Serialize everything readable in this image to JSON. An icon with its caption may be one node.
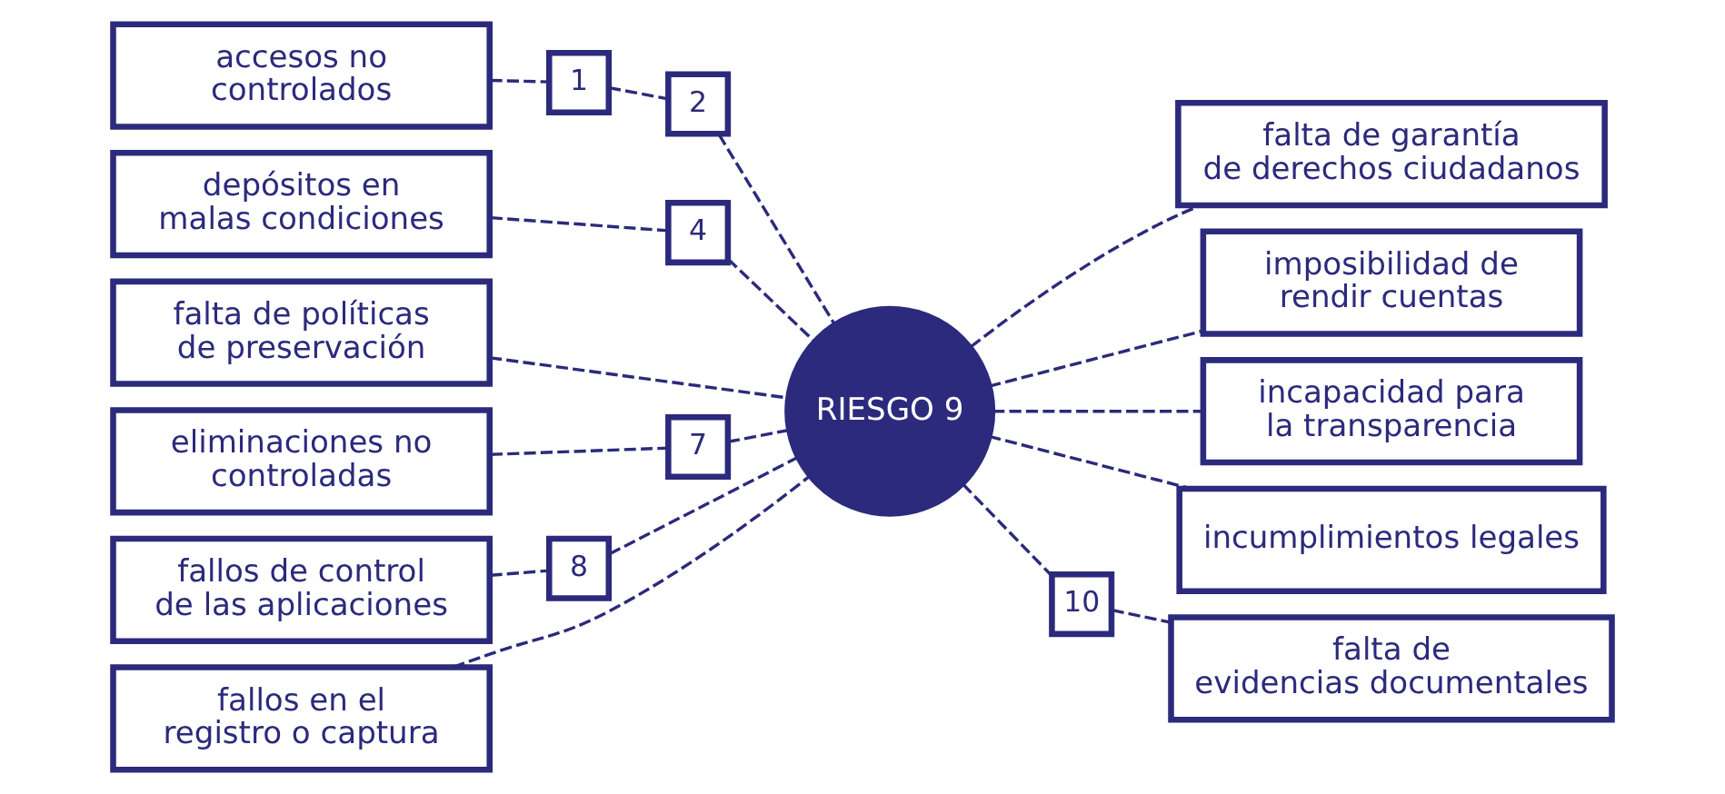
{
  "diagram": {
    "nodes": [
      {
        "text": [
          "accesos no controlados"
        ]
      },
      {
        "text": [
          "depósitos en malas condiciones"
        ]
      },
      {
        "text": [
          "falta de políticas de preservación"
        ]
      },
      {
        "text": [
          "eliminaciones no controladas"
        ]
      },
      {
        "text": [
          "fallos de control de las aplicaciones"
        ]
      },
      {
        "text": [
          "fallos en el registro o captura"
        ]
      },
      {
        "text": [
          "RIESGO 9"
        ]
      },
      {
        "text": [
          "falta de garantía de derechos ciudadanos"
        ]
      },
      {
        "text": [
          "imposibilidad de rendir cuentas"
        ]
      },
      {
        "text": [
          "incapacidad para la transparencia"
        ]
      },
      {
        "text": [
          "incumplimientos legales"
        ]
      },
      {
        "text": [
          "falta de evidencias documentales"
        ]
      },
      {
        "text": [
          "1"
        ]
      },
      {
        "text": [
          "2"
        ]
      },
      {
        "text": [
          "4"
        ]
      },
      {
        "text": [
          "7"
        ]
      },
      {
        "text": [
          "8"
        ]
      },
      {
        "text": [
          "10"
        ]
      }
    ],
    "edges": [
      {
        "from": 0,
        "to": 12,
        "arrow": "none",
        "style": "dashed"
      },
      {
        "from": 12,
        "to": 13,
        "arrow": "none",
        "style": "dashed"
      },
      {
        "from": 13,
        "to": 6,
        "arrow": "none",
        "style": "dashed"
      },
      {
        "from": 1,
        "to": 14,
        "arrow": "none",
        "style": "dashed"
      },
      {
        "from": 14,
        "to": 6,
        "arrow": "none",
        "style": "dashed"
      },
      {
        "from": 2,
        "to": 6,
        "arrow": "none",
        "style": "dashed"
      },
      {
        "from": 3,
        "to": 15,
        "arrow": "none",
        "style": "dashed"
      },
      {
        "from": 15,
        "to": 6,
        "arrow": "none",
        "style": "dashed"
      },
      {
        "from": 4,
        "to": 16,
        "arrow": "none",
        "style": "dashed"
      },
      {
        "from": 16,
        "to": 6,
        "arrow": "none",
        "style": "dashed"
      },
      {
        "from": 5,
        "to": 6,
        "arrow": "none",
        "style": "dashed"
      },
      {
        "from": 6,
        "to": 7,
        "arrow": "none",
        "style": "dashed"
      },
      {
        "from": 6,
        "to": 8,
        "arrow": "none",
        "style": "dashed"
      },
      {
        "from": 6,
        "to": 9,
        "arrow": "none",
        "style": "dashed"
      },
      {
        "from": 6,
        "to": 10,
        "arrow": "none",
        "style": "dashed"
      },
      {
        "from": 6,
        "to": 17,
        "arrow": "none",
        "style": "dashed"
      },
      {
        "from": 17,
        "to": 11,
        "arrow": "none",
        "style": "dashed"
      }
    ]
  }
}
